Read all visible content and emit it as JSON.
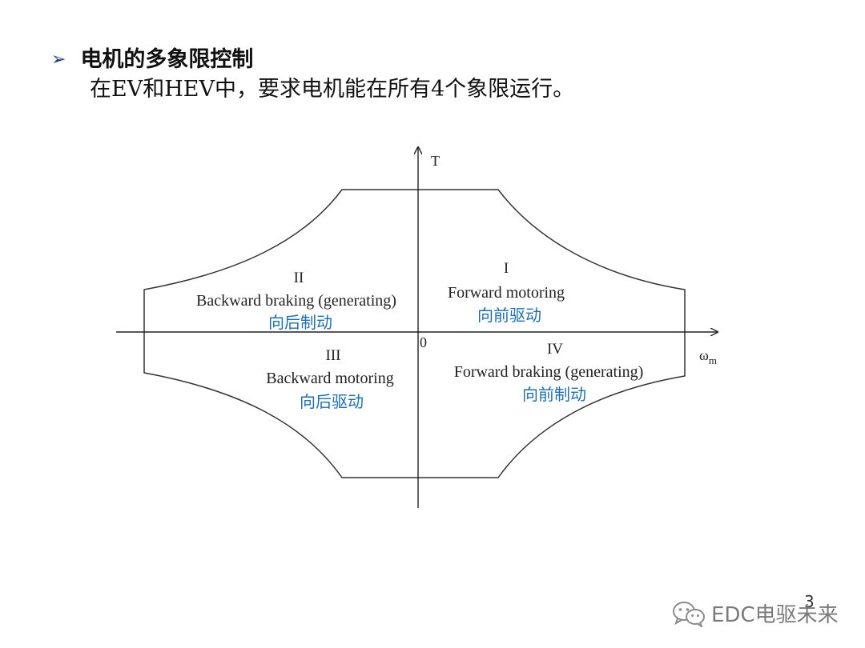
{
  "slide": {
    "heading": "电机的多象限控制",
    "subtext": "在EV和HEV中，要求电机能在所有4个象限运行。"
  },
  "diagram": {
    "axis_y_label": "T",
    "axis_x_label": "ω",
    "axis_x_subscript": "m",
    "origin_label": "0",
    "quadrants": [
      {
        "numeral": "I",
        "english": "Forward motoring",
        "chinese": "向前驱动"
      },
      {
        "numeral": "II",
        "english": "Backward braking (generating)",
        "chinese": "向后制动"
      },
      {
        "numeral": "III",
        "english": "Backward motoring",
        "chinese": "向后驱动"
      },
      {
        "numeral": "IV",
        "english": "Forward braking (generating)",
        "chinese": "向前制动"
      }
    ]
  },
  "watermark": {
    "text": "EDC电驱未来",
    "icon": "wechat-icon"
  },
  "page_number": "3"
}
